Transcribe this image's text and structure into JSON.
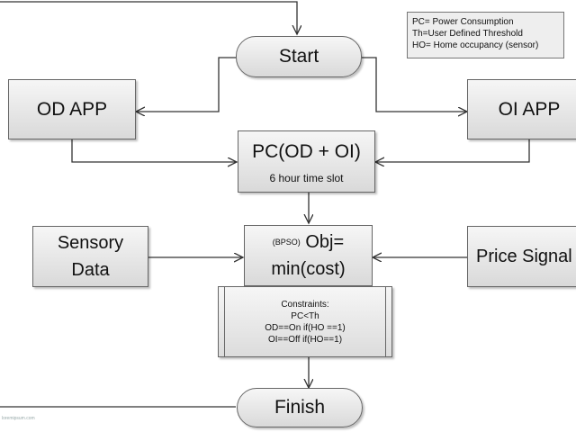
{
  "legend": {
    "lines": [
      "PC= Power Consumption",
      "Th=User Defined Threshold",
      "HO= Home occupancy (sensor)"
    ]
  },
  "nodes": {
    "start": "Start",
    "od_app": "OD APP",
    "oi_app": "OI APP",
    "pc": {
      "title": "PC(OD + OI)",
      "subtitle": "6 hour time slot"
    },
    "sensory": {
      "line1": "Sensory",
      "line2": "Data"
    },
    "objective": {
      "prefix": "(BPSO)",
      "line1": "Obj=",
      "line2": "min(cost)"
    },
    "price": "Price Signal",
    "constraints": {
      "title": "Constraints:",
      "lines": [
        "PC<Th",
        "OD==On if(HO ==1)",
        "OI==Off if(HO==1)"
      ]
    },
    "finish": "Finish"
  },
  "colors": {
    "box_top": "#f6f6f6",
    "box_bottom": "#d9d9d9",
    "line": "#333333"
  },
  "watermark": "loremipsum.com"
}
